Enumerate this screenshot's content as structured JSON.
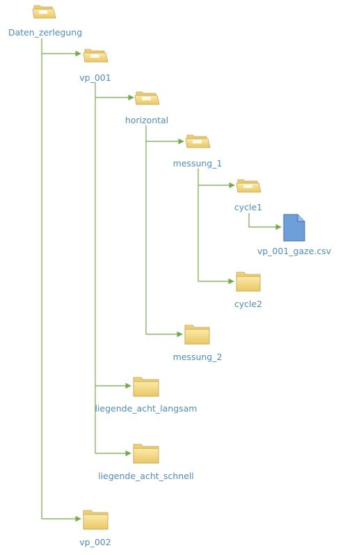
{
  "colors": {
    "connector": "#70ad47",
    "label": "#4a8dc8",
    "folder": "#f2d67c",
    "folder_edge": "#c8a548",
    "file": "#6f9fd8",
    "file_edge": "#3d6fb0"
  },
  "tree": {
    "root": {
      "label": "Daten_zerlegung",
      "icon": "folder-open-icon"
    },
    "vp_001": {
      "label": "vp_001",
      "icon": "folder-open-icon"
    },
    "horizontal": {
      "label": "horizontal",
      "icon": "folder-open-icon"
    },
    "messung_1": {
      "label": "messung_1",
      "icon": "folder-open-icon"
    },
    "cycle1": {
      "label": "cycle1",
      "icon": "folder-open-icon"
    },
    "gaze_file": {
      "label": "vp_001_gaze.csv",
      "icon": "file-icon"
    },
    "cycle2": {
      "label": "cycle2",
      "icon": "folder-closed-icon"
    },
    "messung_2": {
      "label": "messung_2",
      "icon": "folder-closed-icon"
    },
    "liegende_acht_langsam": {
      "label": "liegende_acht_langsam",
      "icon": "folder-closed-icon"
    },
    "liegende_acht_schnell": {
      "label": "liegende_acht_schnell",
      "icon": "folder-closed-icon"
    },
    "vp_002": {
      "label": "vp_002",
      "icon": "folder-closed-icon"
    }
  }
}
